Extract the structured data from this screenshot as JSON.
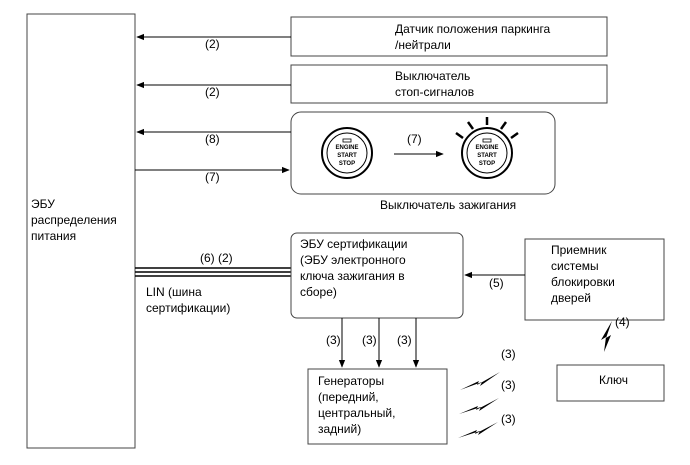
{
  "power_ecu": {
    "lines": [
      "ЭБУ",
      "распределения",
      "питания"
    ]
  },
  "park_sensor": {
    "lines": [
      "Датчик положения паркинга",
      "/нейтрали"
    ],
    "signal": "(2)"
  },
  "stop_switch": {
    "lines": [
      "Выключатель",
      "стоп-сигналов"
    ],
    "signal": "(2)"
  },
  "ignition": {
    "caption": "Выключатель зажигания",
    "signal_in": "(8)",
    "signal_out": "(7)",
    "transition": "(7)",
    "button_text": [
      "ENGINE",
      "START",
      "STOP"
    ]
  },
  "cert_ecu": {
    "lines": [
      "ЭБУ сертификации",
      "(ЭБУ электронного",
      "ключа зажигания в",
      "сборе)"
    ],
    "lin_signals": "(6)  (2)",
    "lin_label": [
      "LIN (шина",
      "сертификации)"
    ]
  },
  "door_receiver": {
    "lines": [
      "Приемник",
      "системы",
      "блокировки",
      "дверей"
    ],
    "signal": "(5)"
  },
  "key": {
    "label": "Ключ",
    "signal": "(4)"
  },
  "generators": {
    "lines": [
      "Генераторы",
      "(передний,",
      "центральный,",
      "задний)"
    ],
    "drive_signals": [
      "(3)",
      "(3)",
      "(3)"
    ],
    "radio_signals": [
      "(3)",
      "(3)",
      "(3)"
    ]
  }
}
